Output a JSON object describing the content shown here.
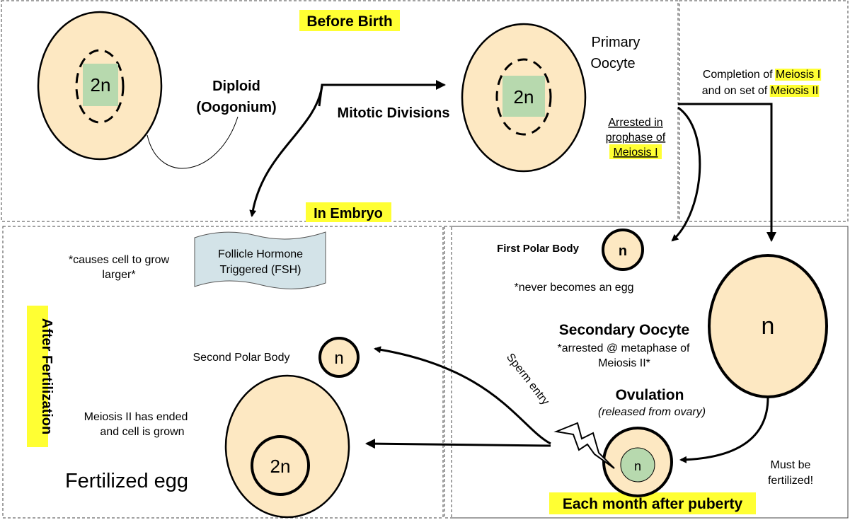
{
  "sections": {
    "before_birth": "Before Birth",
    "in_embryo": "In Embryo",
    "after_fertilization": "After Fertilization",
    "each_month": "Each month after puberty"
  },
  "oogonium": {
    "ploidy": "2n",
    "label_line1": "Diploid",
    "label_line2": "(Oogonium)"
  },
  "mitotic": "Mitotic Divisions",
  "primary_oocyte": {
    "ploidy": "2n",
    "label_line1": "Primary",
    "label_line2": "Oocyte",
    "arrest_line1": "Arrested in",
    "arrest_line2": "prophase of",
    "arrest_line3": "Meiosis I"
  },
  "completion": {
    "line1_prefix": "Completion of ",
    "line1_highlight": "Meiosis I",
    "line2_prefix": "and on set of ",
    "line2_highlight": "Meiosis II"
  },
  "first_polar": {
    "label": "First Polar Body",
    "ploidy": "n",
    "note": "*never becomes an egg"
  },
  "secondary_oocyte": {
    "title": "Secondary Oocyte",
    "note_line1": "*arrested @ metaphase of",
    "note_line2": "Meiosis II*",
    "ploidy": "n"
  },
  "ovulation": {
    "title": "Ovulation",
    "subtitle": "(released from ovary)",
    "ploidy": "n"
  },
  "must_fertilize": {
    "line1": "Must be",
    "line2": "fertilized!"
  },
  "sperm_entry": "Sperm entry",
  "fsh": {
    "line1": "Follicle Hormone",
    "line2": "Triggered (FSH)",
    "note_line1": "*causes cell to grow",
    "note_line2": "larger*"
  },
  "second_polar": {
    "label": "Second Polar Body",
    "ploidy": "n"
  },
  "fertilized": {
    "note_line1": "Meiosis II has ended",
    "note_line2": "and cell is grown",
    "label": "Fertilized egg",
    "ploidy": "2n"
  },
  "colors": {
    "highlight": "#ffff33",
    "cell_fill": "#fde8c2",
    "nucleus_fill": "#b7d9ae",
    "fsh_fill": "#d3e3e8"
  }
}
